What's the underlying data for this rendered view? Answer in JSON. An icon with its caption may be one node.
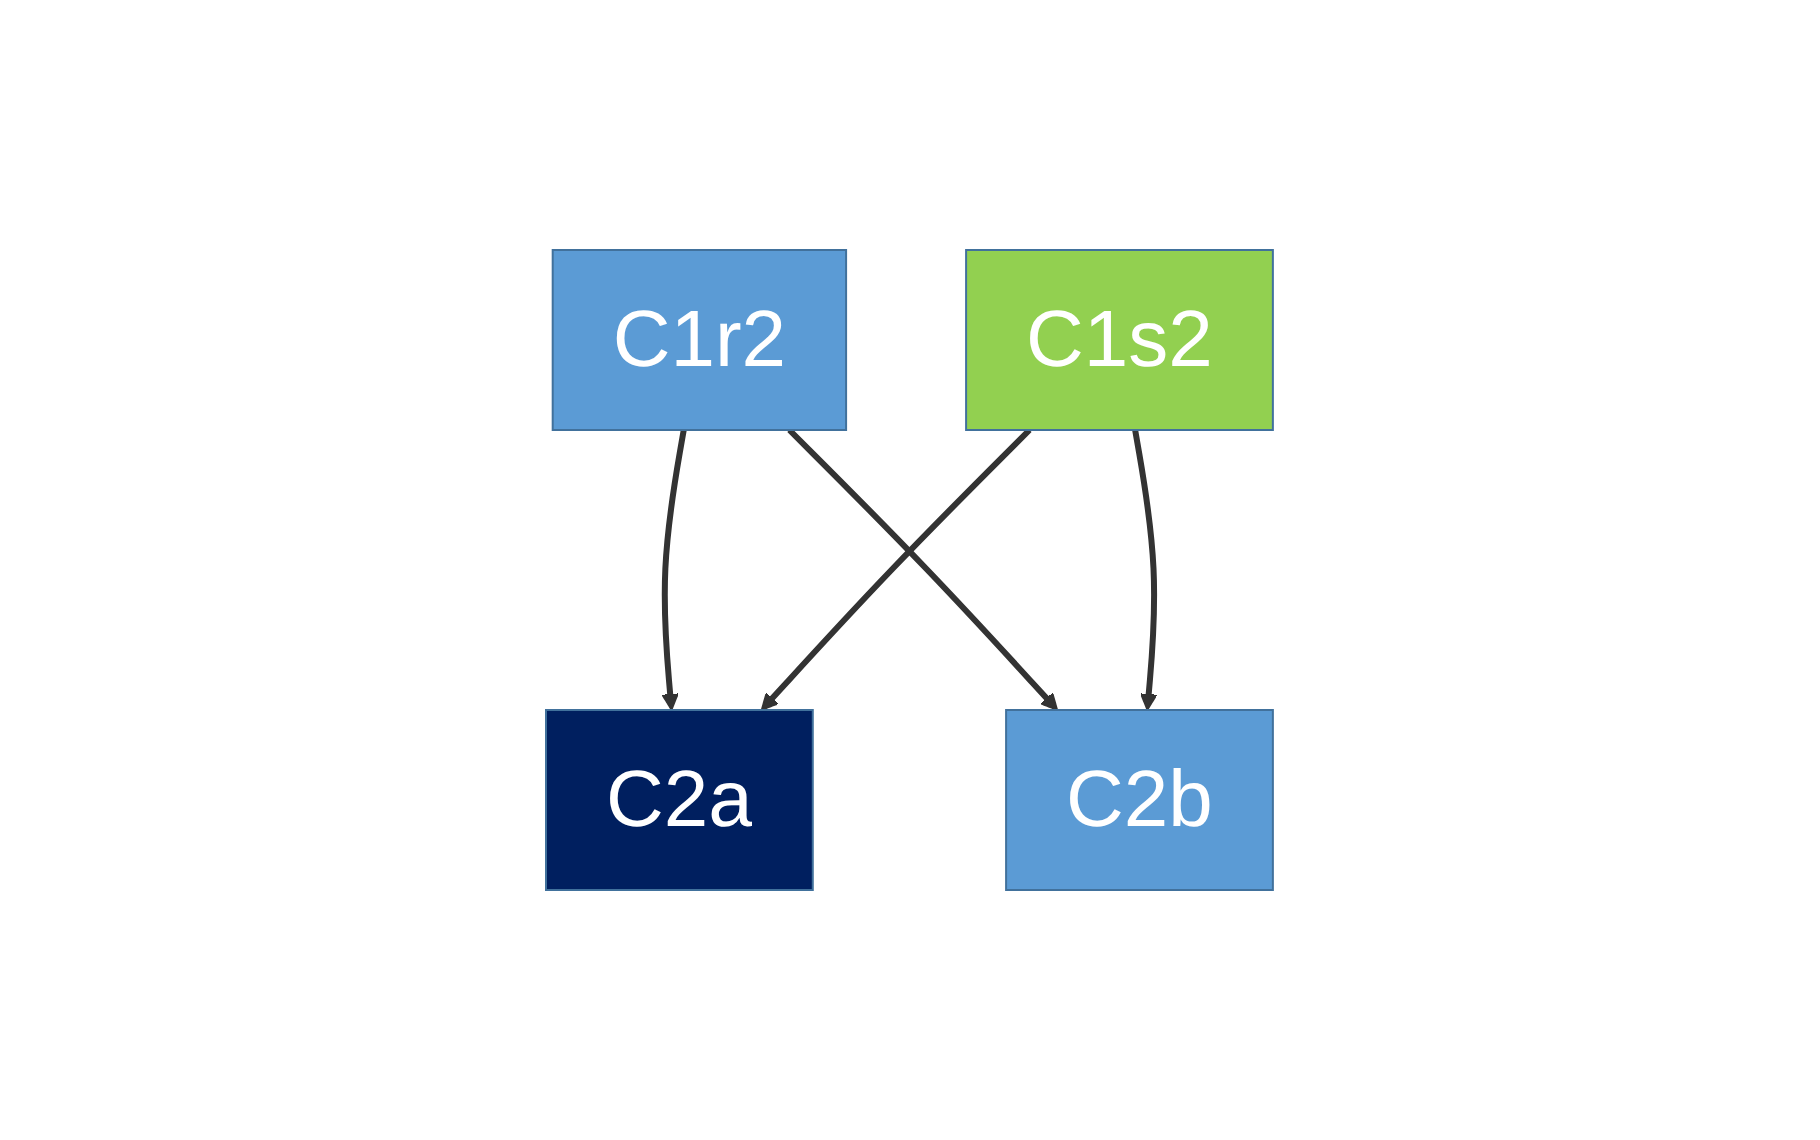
{
  "diagram": {
    "nodes": [
      {
        "text": [
          "C1r2"
        ]
      },
      {
        "text": [
          "C1s2"
        ]
      },
      {
        "text": [
          "C2a"
        ]
      },
      {
        "text": [
          "C2b"
        ]
      }
    ],
    "edges": [
      {
        "from": 0,
        "to": 2,
        "arrow": "to"
      },
      {
        "from": 0,
        "to": 3,
        "arrow": "to"
      },
      {
        "from": 1,
        "to": 2,
        "arrow": "to"
      },
      {
        "from": 1,
        "to": 3,
        "arrow": "to"
      }
    ]
  }
}
